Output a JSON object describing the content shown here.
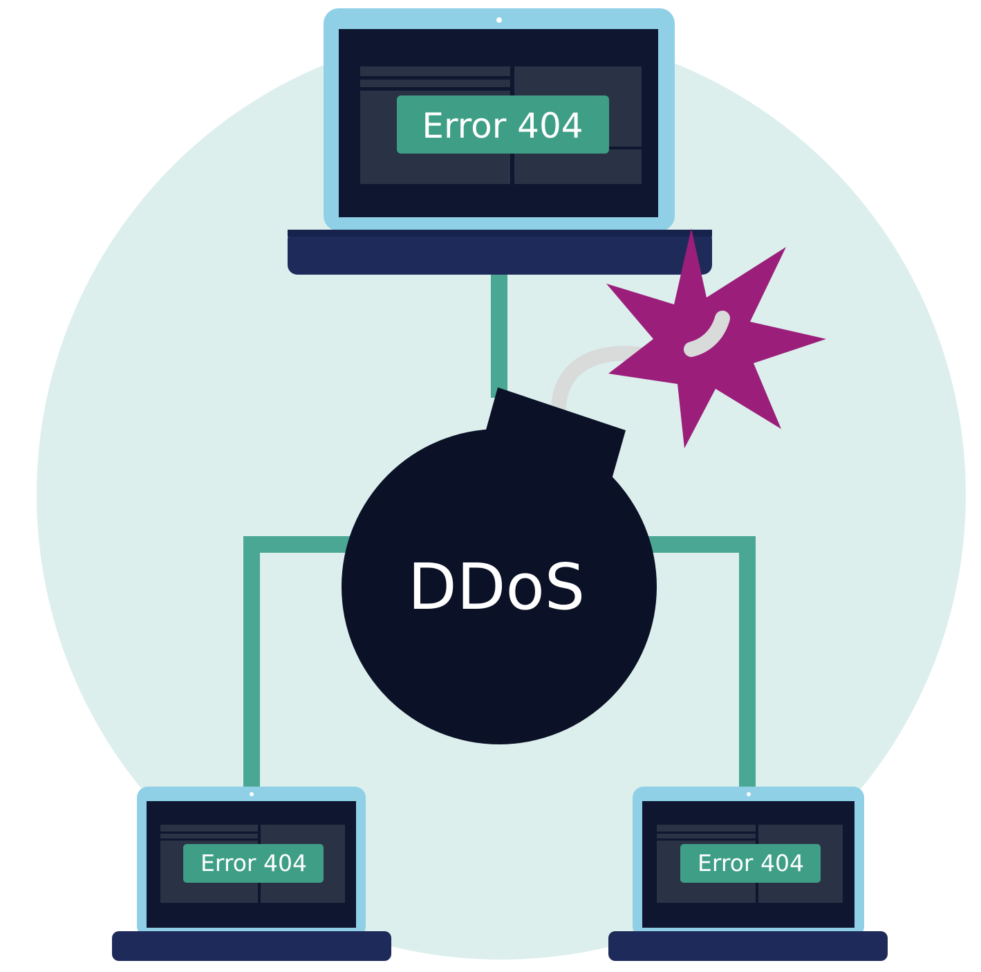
{
  "colors": {
    "background_circle": "#dcefed",
    "laptop_bezel": "#8fd0e6",
    "laptop_screen": "#0e1630",
    "laptop_window": "#2a3246",
    "laptop_base": "#1d2a5a",
    "error_badge": "#3f9e86",
    "connector": "#4aa793",
    "bomb": "#0b1126",
    "fuse": "#d9dbdb",
    "spark": "#9b1f7a"
  },
  "bomb": {
    "label": "DDoS"
  },
  "laptops": [
    {
      "id": "server",
      "error_label": "Error 404"
    },
    {
      "id": "client-left",
      "error_label": "Error 404"
    },
    {
      "id": "client-right",
      "error_label": "Error 404"
    }
  ],
  "icons": {
    "bomb": "bomb-icon",
    "spark": "spark-icon",
    "laptop": "laptop-icon"
  }
}
